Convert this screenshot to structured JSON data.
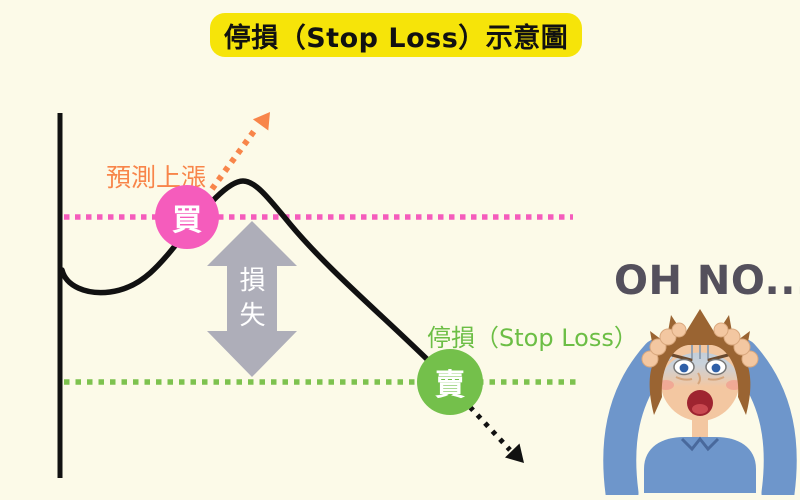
{
  "title": {
    "text": "停損（Stop Loss）示意圖"
  },
  "labels": {
    "predict_rise": "預測上漲",
    "buy": "買",
    "loss": "損失",
    "stop_loss": "停損（Stop Loss）",
    "sell": "賣",
    "oh_no": "OH NO..."
  },
  "colors": {
    "background": "#FCFAE8",
    "title_bg": "#F6E409",
    "title_text": "#111111",
    "orange_accent": "#F8854A",
    "buy_pink": "#F55CBC",
    "sell_green": "#74C04B",
    "stop_loss_text_green": "#6CBE45",
    "loss_arrow_gray": "#AEAEB9",
    "curve_black": "#111111",
    "oh_no_text": "#54505C"
  }
}
